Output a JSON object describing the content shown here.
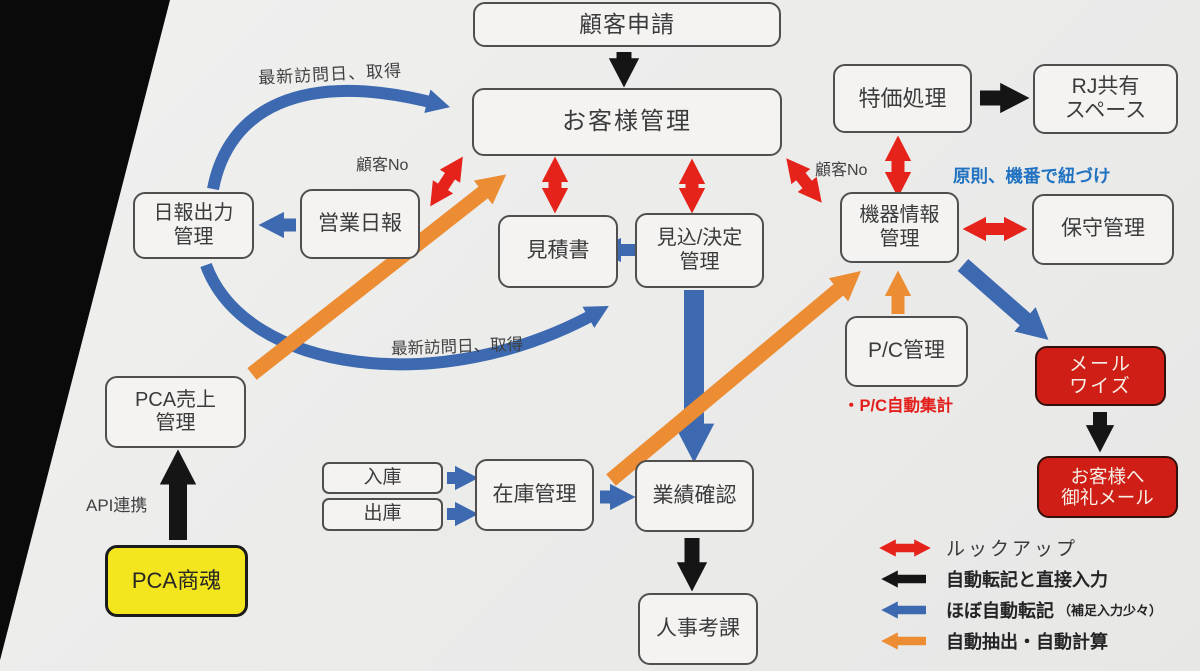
{
  "diagram": {
    "nodes": {
      "kokyaku_shinsei": {
        "label": "顧客申請"
      },
      "okyakusama_kanri": {
        "label": "お客様管理"
      },
      "tokka_shori": {
        "label": "特価処理"
      },
      "rj_kyoyu_space": {
        "lines": [
          "RJ共有",
          "スペース"
        ]
      },
      "kiki_joho_kanri": {
        "lines": [
          "機器情報",
          "管理"
        ]
      },
      "hoshu_kanri": {
        "label": "保守管理"
      },
      "nippo_shutsuryoku_kanri": {
        "lines": [
          "日報出力",
          "管理"
        ]
      },
      "eigyo_nippo": {
        "label": "営業日報"
      },
      "mitsumorisho": {
        "label": "見積書"
      },
      "mikomi_kettei_kanri": {
        "lines": [
          "見込/決定",
          "管理"
        ]
      },
      "pc_kanri": {
        "label": "P/C管理"
      },
      "mailwise": {
        "lines": [
          "メール",
          "ワイズ"
        ]
      },
      "orei_mail": {
        "lines": [
          "お客様へ",
          "御礼メール"
        ]
      },
      "pca_uriage_kanri": {
        "lines": [
          "PCA売上",
          "管理"
        ]
      },
      "pca_shokon": {
        "label": "PCA商魂"
      },
      "nyuko": {
        "label": "入庫"
      },
      "shukko": {
        "label": "出庫"
      },
      "zaiko_kanri": {
        "label": "在庫管理"
      },
      "gyoseki_kakunin": {
        "label": "業績確認"
      },
      "jinji_koka": {
        "label": "人事考課"
      }
    },
    "annotations": {
      "latest_visit_top": "最新訪問日、取得",
      "latest_visit_bottom": "最新訪問日、取得",
      "customer_no_left": "顧客No",
      "customer_no_right": "顧客No",
      "kiban_note": "原則、機番で紐づけ",
      "pc_auto_note": "・P/C自動集計",
      "api_note": "API連携"
    },
    "legend": {
      "items": [
        {
          "icon": "red-double-arrow-icon",
          "label": "ルックアップ",
          "color": "#e5231b"
        },
        {
          "icon": "black-left-arrow-icon",
          "label": "自動転記と直接入力",
          "color": "#151515"
        },
        {
          "icon": "blue-left-arrow-icon",
          "label": "ほぼ自動転記",
          "note": "（補足入力少々）",
          "color": "#3c69b0"
        },
        {
          "icon": "orange-left-arrow-icon",
          "label": "自動抽出・自動計算",
          "color": "#ec8c33"
        }
      ]
    },
    "colors": {
      "background": "#ebebea",
      "wedge": "#0a0a0a",
      "lookup_red": "#e5231b",
      "transfer_black": "#151515",
      "auto_blue": "#3c69b0",
      "extract_orange": "#ec8c33",
      "node_fill": "#f4f3f2",
      "node_border": "#4f4f4f",
      "node_text": "#3b3b3b",
      "red_node_fill": "#ce1e15",
      "yellow_node_fill": "#f3e51e",
      "blue_note_text": "#2173c2",
      "red_note_text": "#e3201b"
    }
  }
}
